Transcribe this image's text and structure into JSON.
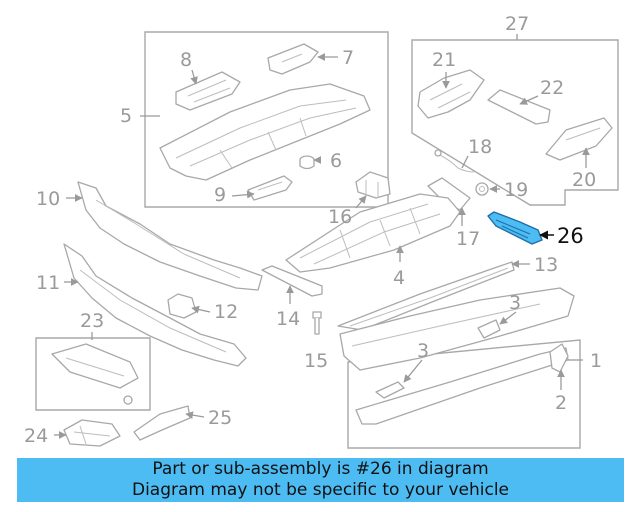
{
  "callouts": {
    "c1": "1",
    "c2": "2",
    "c3a": "3",
    "c3b": "3",
    "c4": "4",
    "c5": "5",
    "c6": "6",
    "c7": "7",
    "c8": "8",
    "c9": "9",
    "c10": "10",
    "c11": "11",
    "c12": "12",
    "c13": "13",
    "c14": "14",
    "c15": "15",
    "c16": "16",
    "c17": "17",
    "c18": "18",
    "c19": "19",
    "c20": "20",
    "c21": "21",
    "c22": "22",
    "c23": "23",
    "c24": "24",
    "c25": "25",
    "c26": "26",
    "c27": "27"
  },
  "highlight": {
    "part_number": "26",
    "color": "#4cbcf3"
  },
  "banner": {
    "line1": "Part or sub-assembly is #26 in diagram",
    "line2": "Diagram may not be specific to your vehicle",
    "background": "#4cbcf3"
  }
}
